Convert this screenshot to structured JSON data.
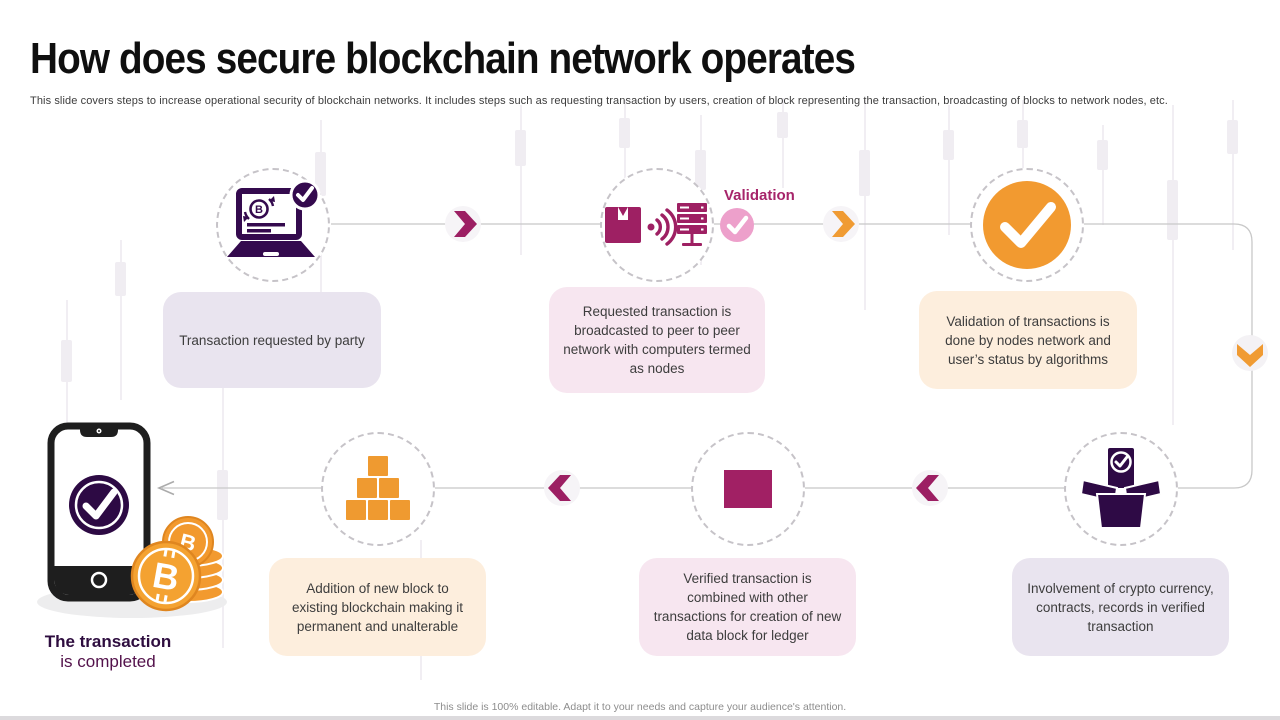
{
  "slide": {
    "title": "How does secure blockchain network operates",
    "subtitle": "This slide covers steps to increase operational security of blockchain networks. It includes steps such as requesting transaction by users, creation of block representing the transaction, broadcasting of blocks to network nodes, etc.",
    "footer": "This slide is 100% editable. Adapt it to your needs and capture your audience's attention."
  },
  "diagram": {
    "validation_label": "Validation",
    "steps": [
      {
        "order": 1,
        "icon": "laptop-bitcoin-check-icon",
        "text": "Transaction requested by party",
        "theme": "lavender"
      },
      {
        "order": 2,
        "icon": "package-broadcast-server-icon",
        "text": "Requested transaction is broadcasted to peer to peer network with computers termed as nodes",
        "theme": "pink"
      },
      {
        "order": 3,
        "icon": "orange-check-icon",
        "text": "Validation of transactions is done by nodes network and user’s status by algorithms",
        "theme": "cream"
      },
      {
        "order": 4,
        "icon": "open-box-verified-document-icon",
        "text": "Involvement of crypto currency, contracts, records in verified transaction",
        "theme": "lavender"
      },
      {
        "order": 5,
        "icon": "data-block-square-icon",
        "text": "Verified transaction is combined with other transactions for creation of new data block for ledger",
        "theme": "pink"
      },
      {
        "order": 6,
        "icon": "blockchain-blocks-pyramid-icon",
        "text": "Addition of new block to existing blockchain making it permanent and unalterable",
        "theme": "cream"
      }
    ],
    "result": {
      "line1": "The transaction",
      "line2": "is completed"
    }
  },
  "colors": {
    "accent_purple": "#340a4e",
    "accent_magenta": "#9c1f63",
    "accent_orange": "#f09a30",
    "validation_pink": "#eda0cb",
    "box_lavender": "#e9e4ef",
    "box_pink": "#f7e6f0",
    "box_cream": "#fdeedd",
    "line_gray": "#c8c8c8"
  }
}
